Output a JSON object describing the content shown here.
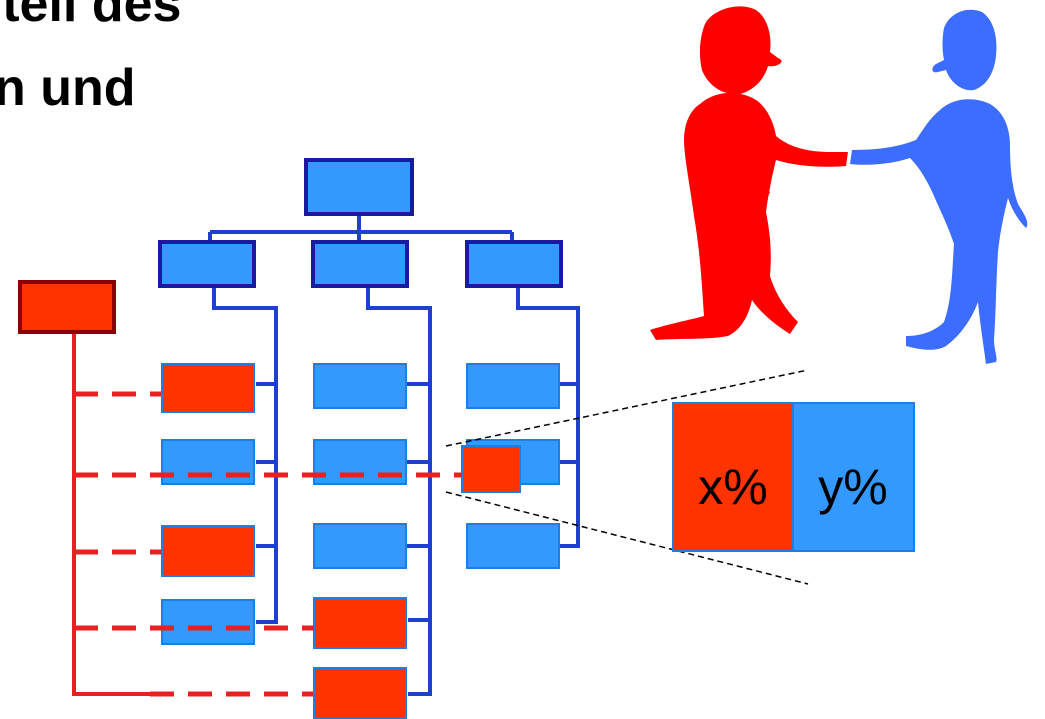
{
  "title": {
    "line1": "rteil des",
    "line2": "n und"
  },
  "share_box": {
    "left_label": "x%",
    "right_label": "y%"
  },
  "colors": {
    "blue_fill": "#3399ff",
    "blue_stroke": "#1a1aa0",
    "red_fill": "#ff3300",
    "red_stroke": "#8b0000",
    "red_line": "#e8201f",
    "blue_line": "#1e3fd0",
    "figure_red": "#ff0000",
    "figure_blue": "#3d6dff"
  },
  "figures": {
    "left_icon": "red-person-icon",
    "right_icon": "blue-person-icon"
  }
}
